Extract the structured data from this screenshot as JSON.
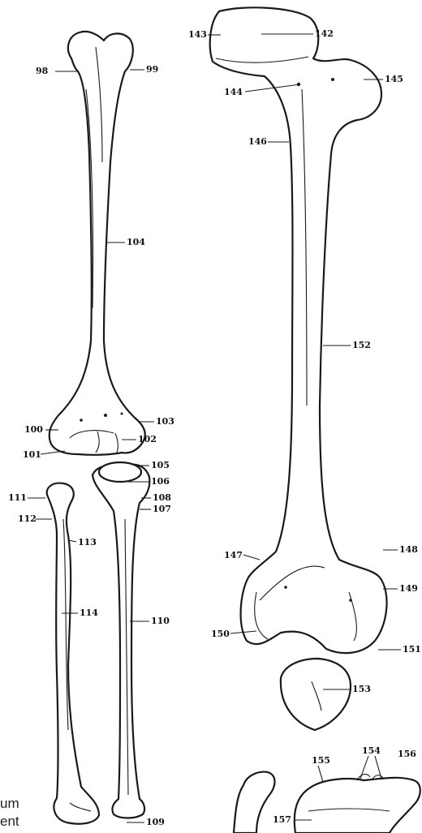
{
  "labels": {
    "l98": "98",
    "l99": "99",
    "l100": "100",
    "l101": "101",
    "l102": "102",
    "l103": "103",
    "l104": "104",
    "l105": "105",
    "l106": "106",
    "l107": "107",
    "l108": "108",
    "l109": "109",
    "l110": "110",
    "l111": "111",
    "l112": "112",
    "l113": "113",
    "l114": "114",
    "l142": "142",
    "l143": "143",
    "l144": "144",
    "l145": "145",
    "l146": "146",
    "l147": "147",
    "l148": "148",
    "l149": "149",
    "l150": "150",
    "l151": "151",
    "l152": "152",
    "l153": "153",
    "l154": "154",
    "l155": "155",
    "l156": "156",
    "l157": "157"
  },
  "captions": {
    "line1": "um",
    "line2": "ent"
  }
}
